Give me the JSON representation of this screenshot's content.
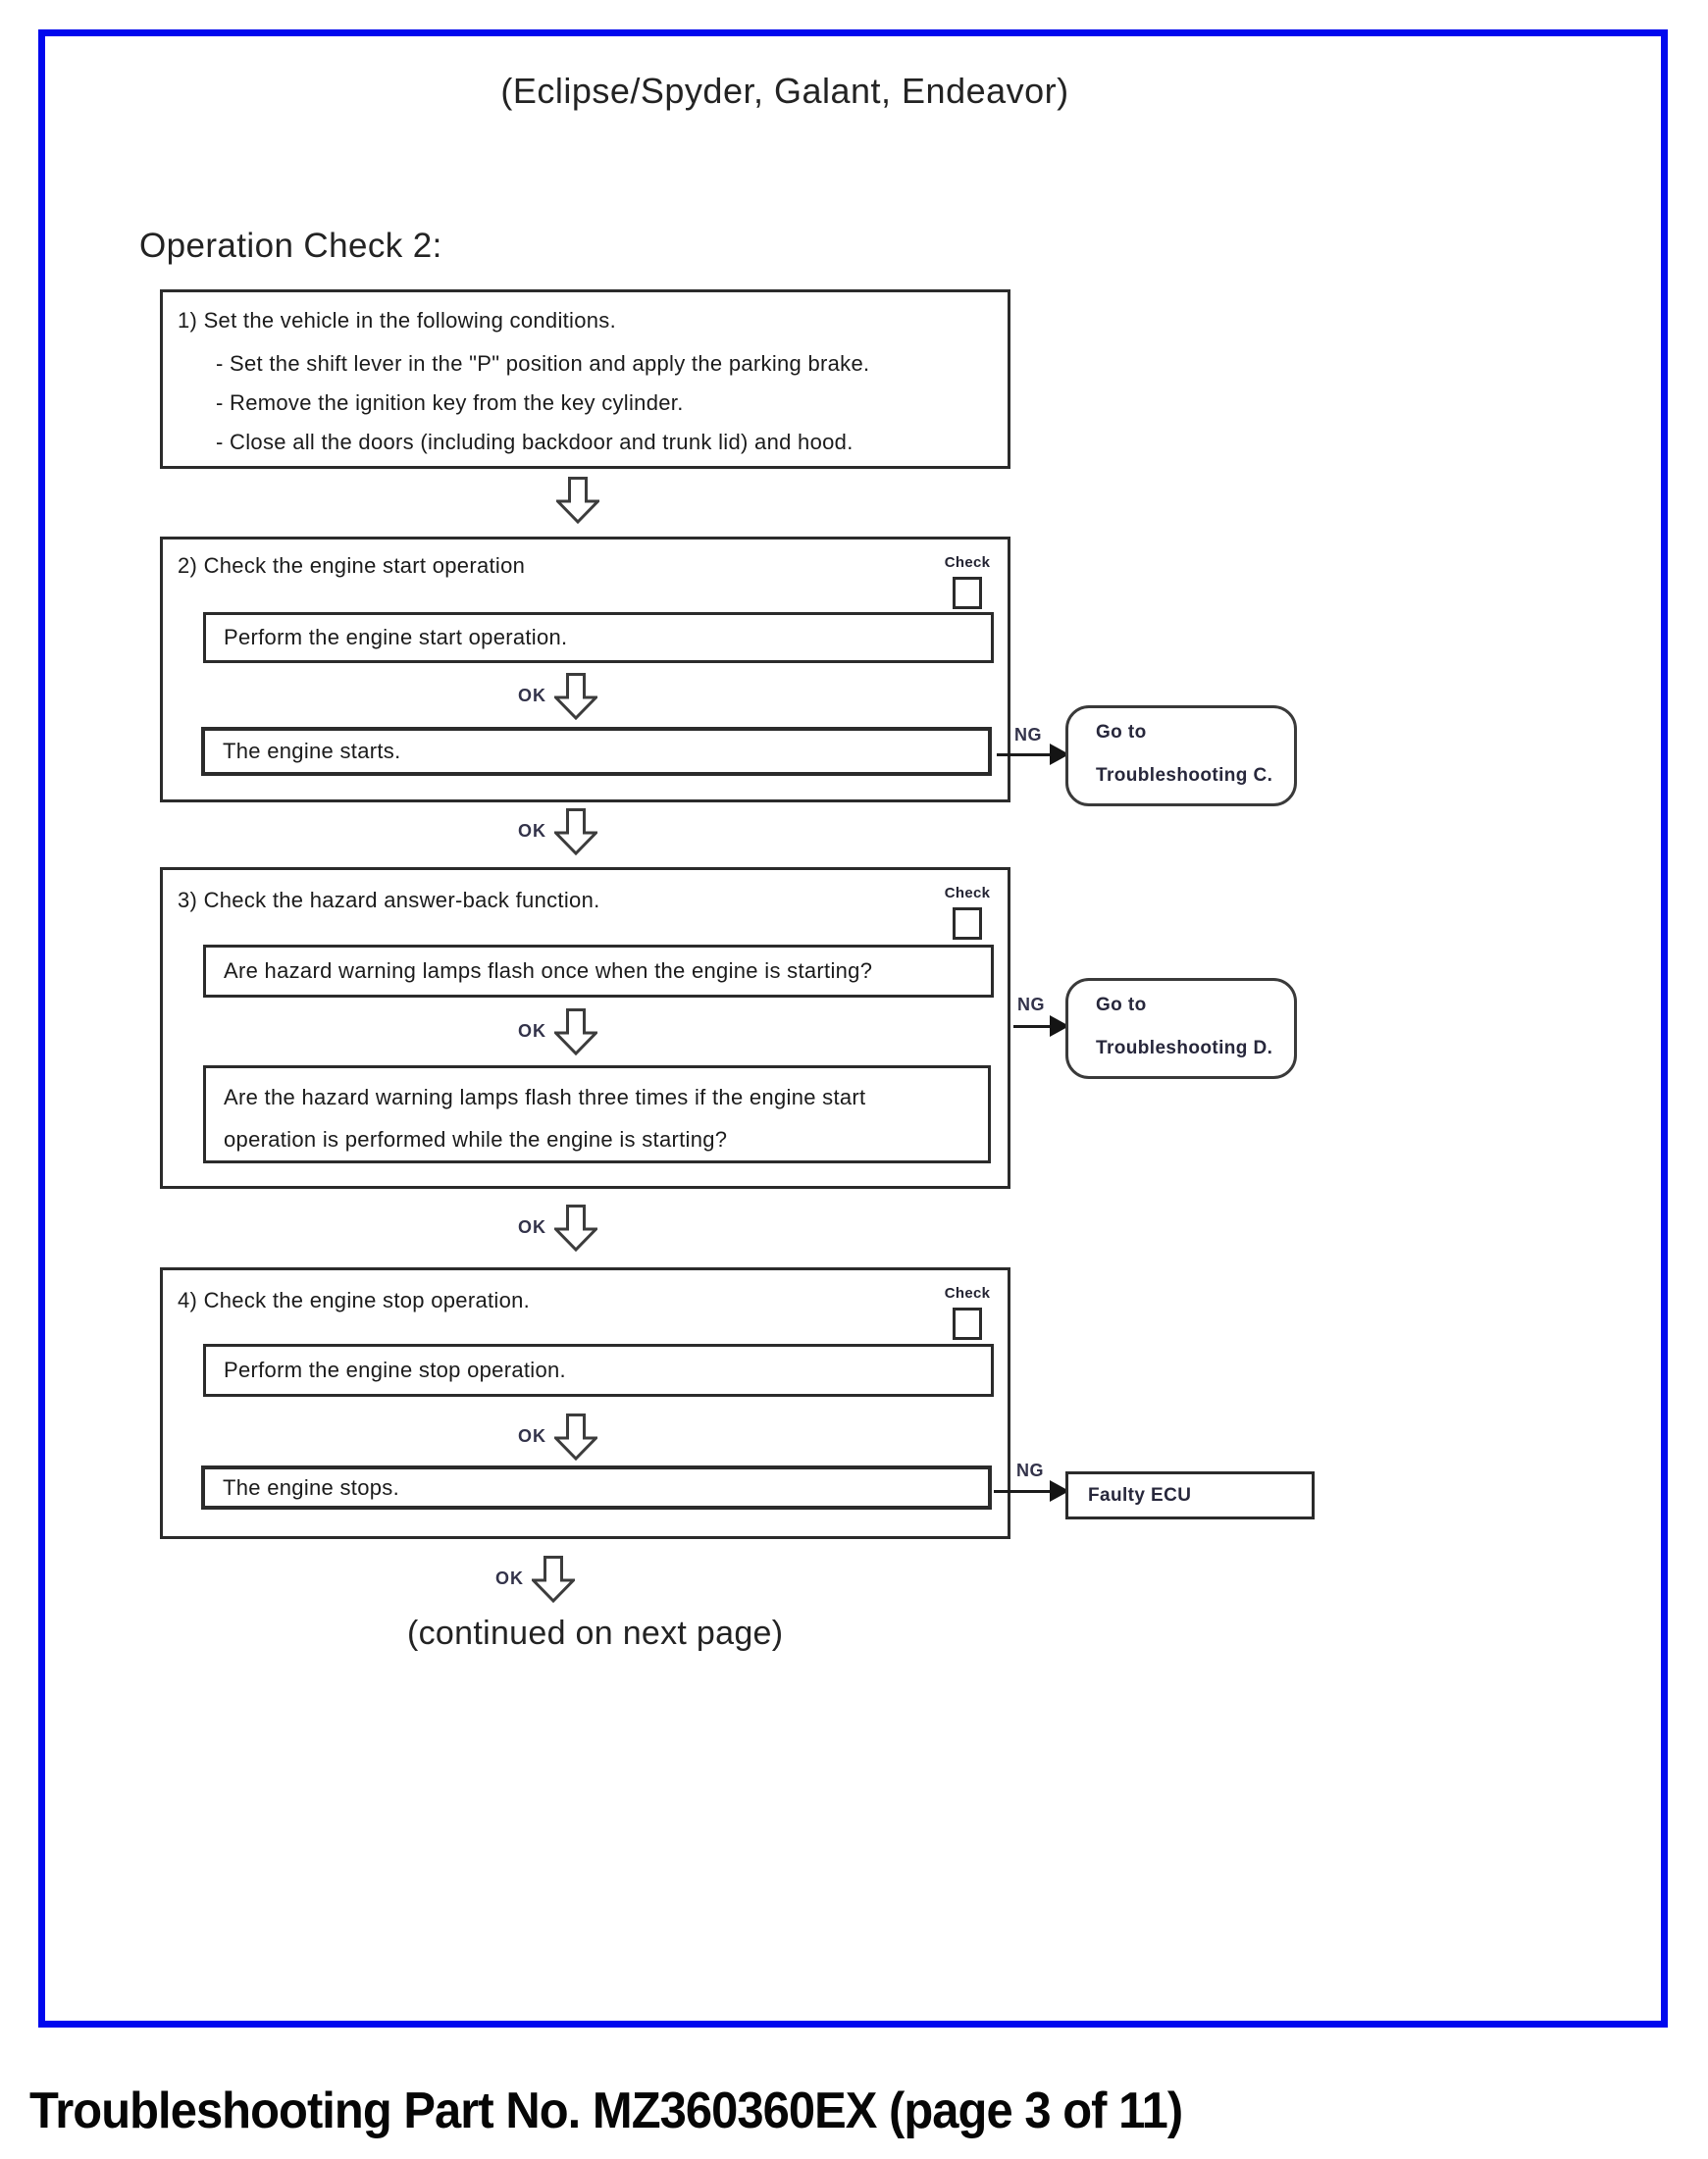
{
  "page": {
    "header_title": "(Eclipse/Spyder, Galant, Endeavor)",
    "section_heading": "Operation Check 2:",
    "continued_note": "(continued on next page)",
    "footer_text": "Troubleshooting Part No. MZ360360EX (page 3 of 11)",
    "border_color": "#0008ee"
  },
  "labels": {
    "ok": "OK",
    "ng": "NG",
    "check": "Check"
  },
  "flowchart": {
    "step1": {
      "title": "1) Set the vehicle in the following conditions.",
      "bullets": [
        "- Set the shift lever in the \"P\" position and apply the parking brake.",
        "- Remove the ignition key from the key cylinder.",
        "- Close all the doors (including backdoor and trunk lid) and hood."
      ]
    },
    "step2": {
      "title": "2) Check the engine start operation",
      "action": "Perform the engine start operation.",
      "result": "The engine starts.",
      "ng_goto_line1": "Go to",
      "ng_goto_line2": "Troubleshooting C."
    },
    "step3": {
      "title": "3) Check the hazard answer-back function.",
      "question1": "Are hazard warning lamps flash once when the engine is starting?",
      "question2_line1": "Are the hazard warning lamps flash three times if the engine start",
      "question2_line2": "operation is performed while the engine is starting?",
      "ng_goto_line1": "Go to",
      "ng_goto_line2": "Troubleshooting D."
    },
    "step4": {
      "title": "4) Check the engine stop operation.",
      "action": "Perform the engine stop operation.",
      "result": "The engine stops.",
      "ng_result": "Faulty ECU"
    }
  }
}
